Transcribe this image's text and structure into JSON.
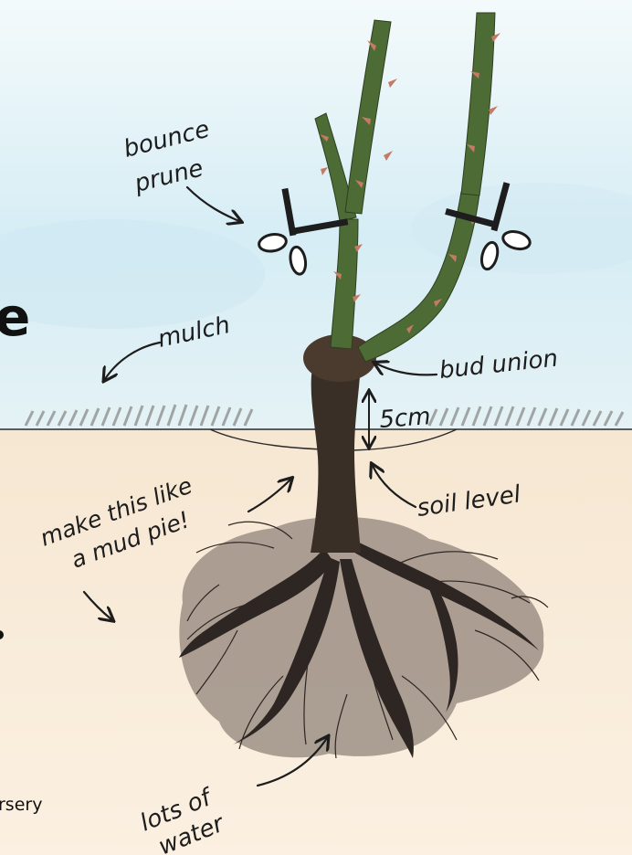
{
  "labels": {
    "bounce_line1": "bounce",
    "bounce_line2": "prune",
    "mulch": "mulch",
    "bud_union": "bud union",
    "depth": "5cm",
    "soil_level": "soil level",
    "mud_line1": "make this like",
    "mud_line2": "a mud pie!",
    "water_line1": "lots of",
    "water_line2": "water"
  },
  "edge_text": {
    "left_letter": "e",
    "credit_fragment": "rsery"
  },
  "colors": {
    "sky": "#d9eef5",
    "soil": "#f7e6cf",
    "stem": "#4d6b34",
    "trunk": "#3a2f27",
    "root_shadow": "#a2958a",
    "thorn": "#c47a63",
    "ink": "#1d1d1d"
  },
  "icons": [
    "scissors-icon",
    "arrow-icon"
  ]
}
